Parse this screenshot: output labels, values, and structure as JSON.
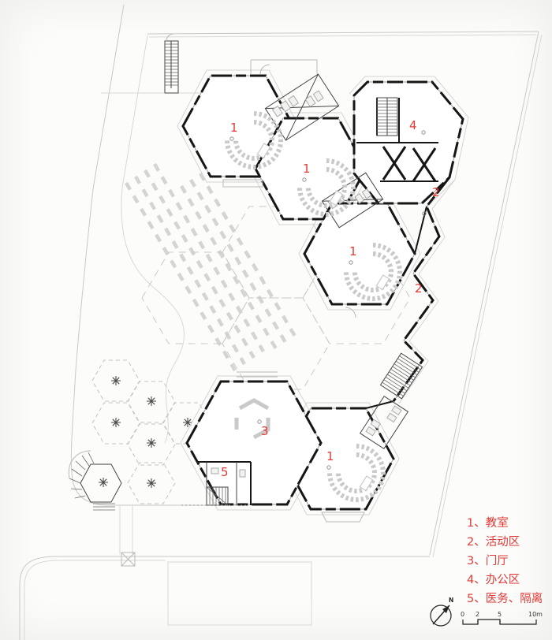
{
  "plan_type": "first-floor-plan",
  "colors": {
    "accent_red": "#e23a36",
    "wall": "#161616",
    "site_line": "#c9c9c9"
  },
  "rooms": [
    {
      "n": "1"
    },
    {
      "n": "1"
    },
    {
      "n": "1"
    },
    {
      "n": "1"
    },
    {
      "n": "2"
    },
    {
      "n": "2"
    },
    {
      "n": "3"
    },
    {
      "n": "4"
    },
    {
      "n": "5"
    }
  ],
  "legend": {
    "items": [
      "1、教室",
      "2、活动区",
      "3、门厅",
      "4、办公区",
      "5、医务、隔离"
    ]
  },
  "compass": {
    "north_label": "N"
  },
  "scale_bar": {
    "ticks": [
      "0",
      "2",
      "5",
      "10m"
    ]
  }
}
